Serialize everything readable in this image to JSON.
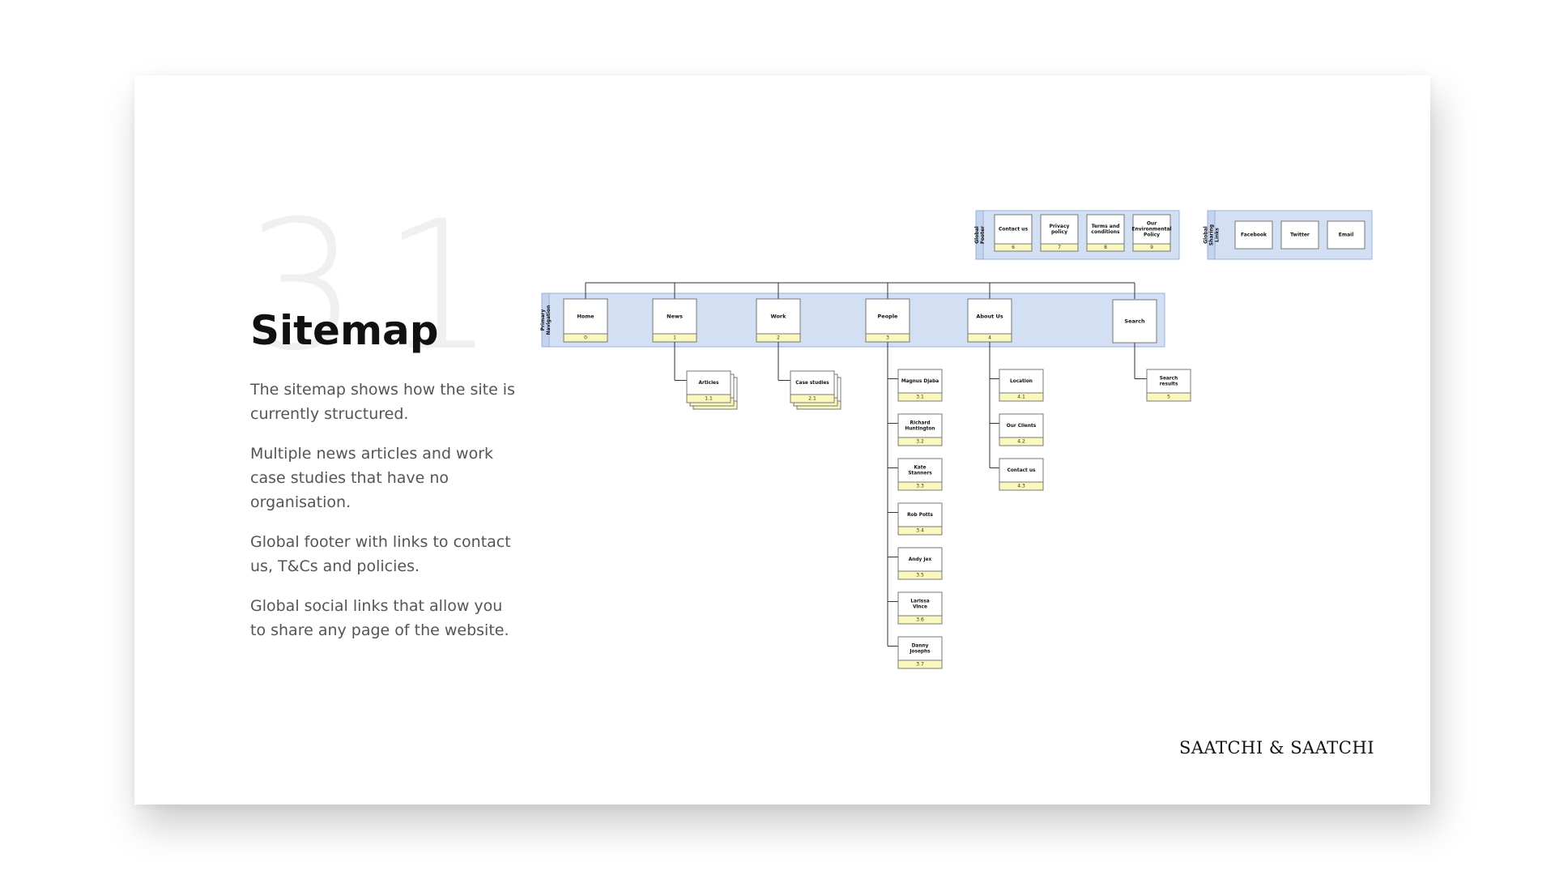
{
  "slide": {
    "number": "31",
    "title": "Sitemap",
    "paragraphs": [
      "The sitemap shows how the site is currently structured.",
      "Multiple news articles and work case studies that have no organisation.",
      "Global footer with links to contact us, T&Cs and policies.",
      "Global social links that allow you to share any page of the website."
    ],
    "brand": "SAATCHI & SAATCHI"
  },
  "diagram": {
    "colors": {
      "band": "#d3dff3",
      "band_border": "#9ab0da",
      "id_fill": "#fbf8be",
      "line": "#333333"
    },
    "global_footer": {
      "label": "Global Footer",
      "items": [
        {
          "name": "Contact us",
          "id": "6"
        },
        {
          "name": "Privacy policy",
          "id": "7"
        },
        {
          "name": "Terms and conditions",
          "id": "8"
        },
        {
          "name": "Our Environmental Policy",
          "id": "9"
        }
      ]
    },
    "global_sharing": {
      "label": "Global Sharing Links",
      "items": [
        "Facebook",
        "Twitter",
        "Email"
      ]
    },
    "primary_navigation": {
      "label": "Primary Navigation",
      "items": [
        {
          "name": "Home",
          "id": "0"
        },
        {
          "name": "News",
          "id": "1",
          "children": [
            {
              "name": "Articles",
              "id": "1.1",
              "stacked": true
            }
          ]
        },
        {
          "name": "Work",
          "id": "2",
          "children": [
            {
              "name": "Case studies",
              "id": "2.1",
              "stacked": true
            }
          ]
        },
        {
          "name": "People",
          "id": "3",
          "children": [
            {
              "name": "Magnus Djaba",
              "id": "3.1"
            },
            {
              "name": "Richard Huntington",
              "id": "3.2"
            },
            {
              "name": "Kate Stanners",
              "id": "3.3"
            },
            {
              "name": "Rob Potts",
              "id": "3.4"
            },
            {
              "name": "Andy Jex",
              "id": "3.5"
            },
            {
              "name": "Larissa Vince",
              "id": "3.6"
            },
            {
              "name": "Danny Josephs",
              "id": "3.7"
            }
          ]
        },
        {
          "name": "About Us",
          "id": "4",
          "children": [
            {
              "name": "Location",
              "id": "4.1"
            },
            {
              "name": "Our Clients",
              "id": "4.2"
            },
            {
              "name": "Contact us",
              "id": "4.3"
            }
          ]
        },
        {
          "name": "Search",
          "children": [
            {
              "name": "Search results",
              "id": "5"
            }
          ]
        }
      ]
    }
  }
}
